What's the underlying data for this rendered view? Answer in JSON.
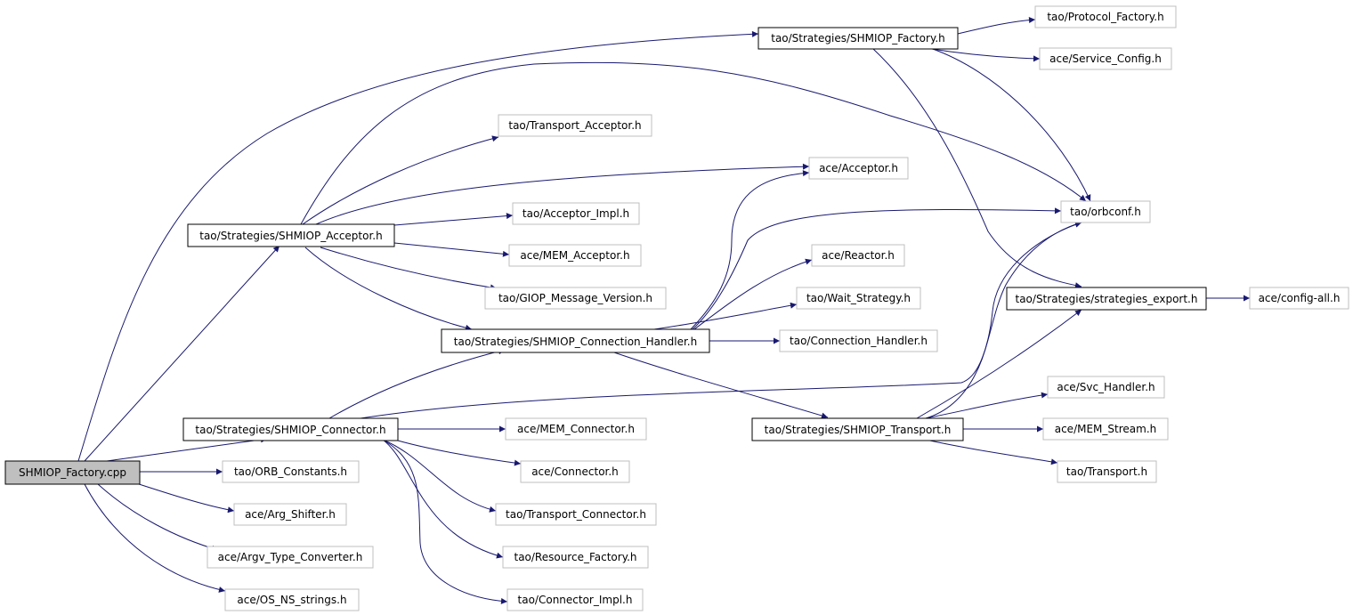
{
  "colors": {
    "edge": "#191970",
    "root_fill": "#bfbfbf",
    "local_border": "#000000",
    "external_border": "#bfbfbf",
    "background": "#ffffff"
  },
  "nodes": {
    "root": "SHMIOP_Factory.cpp",
    "shmiop_factory_h": "tao/Strategies/SHMIOP_Factory.h",
    "protocol_factory": "tao/Protocol_Factory.h",
    "service_config": "ace/Service_Config.h",
    "transport_acceptor": "tao/Transport_Acceptor.h",
    "ace_acceptor": "ace/Acceptor.h",
    "orbconf": "tao/orbconf.h",
    "acceptor_impl": "tao/Acceptor_Impl.h",
    "shmiop_acceptor": "tao/Strategies/SHMIOP_Acceptor.h",
    "mem_acceptor": "ace/MEM_Acceptor.h",
    "reactor": "ace/Reactor.h",
    "giop_message_version": "tao/GIOP_Message_Version.h",
    "wait_strategy": "tao/Wait_Strategy.h",
    "strategies_export": "tao/Strategies/strategies_export.h",
    "config_all": "ace/config-all.h",
    "connection_handler_shmiop": "tao/Strategies/SHMIOP_Connection_Handler.h",
    "connection_handler": "tao/Connection_Handler.h",
    "svc_handler": "ace/Svc_Handler.h",
    "shmiop_connector": "tao/Strategies/SHMIOP_Connector.h",
    "mem_connector": "ace/MEM_Connector.h",
    "shmiop_transport": "tao/Strategies/SHMIOP_Transport.h",
    "mem_stream": "ace/MEM_Stream.h",
    "ace_connector": "ace/Connector.h",
    "transport_h": "tao/Transport.h",
    "orb_constants": "tao/ORB_Constants.h",
    "transport_connector": "tao/Transport_Connector.h",
    "arg_shifter": "ace/Arg_Shifter.h",
    "resource_factory": "tao/Resource_Factory.h",
    "argv_type_converter": "ace/Argv_Type_Converter.h",
    "os_ns_strings": "ace/OS_NS_strings.h",
    "connector_impl": "tao/Connector_Impl.h"
  }
}
